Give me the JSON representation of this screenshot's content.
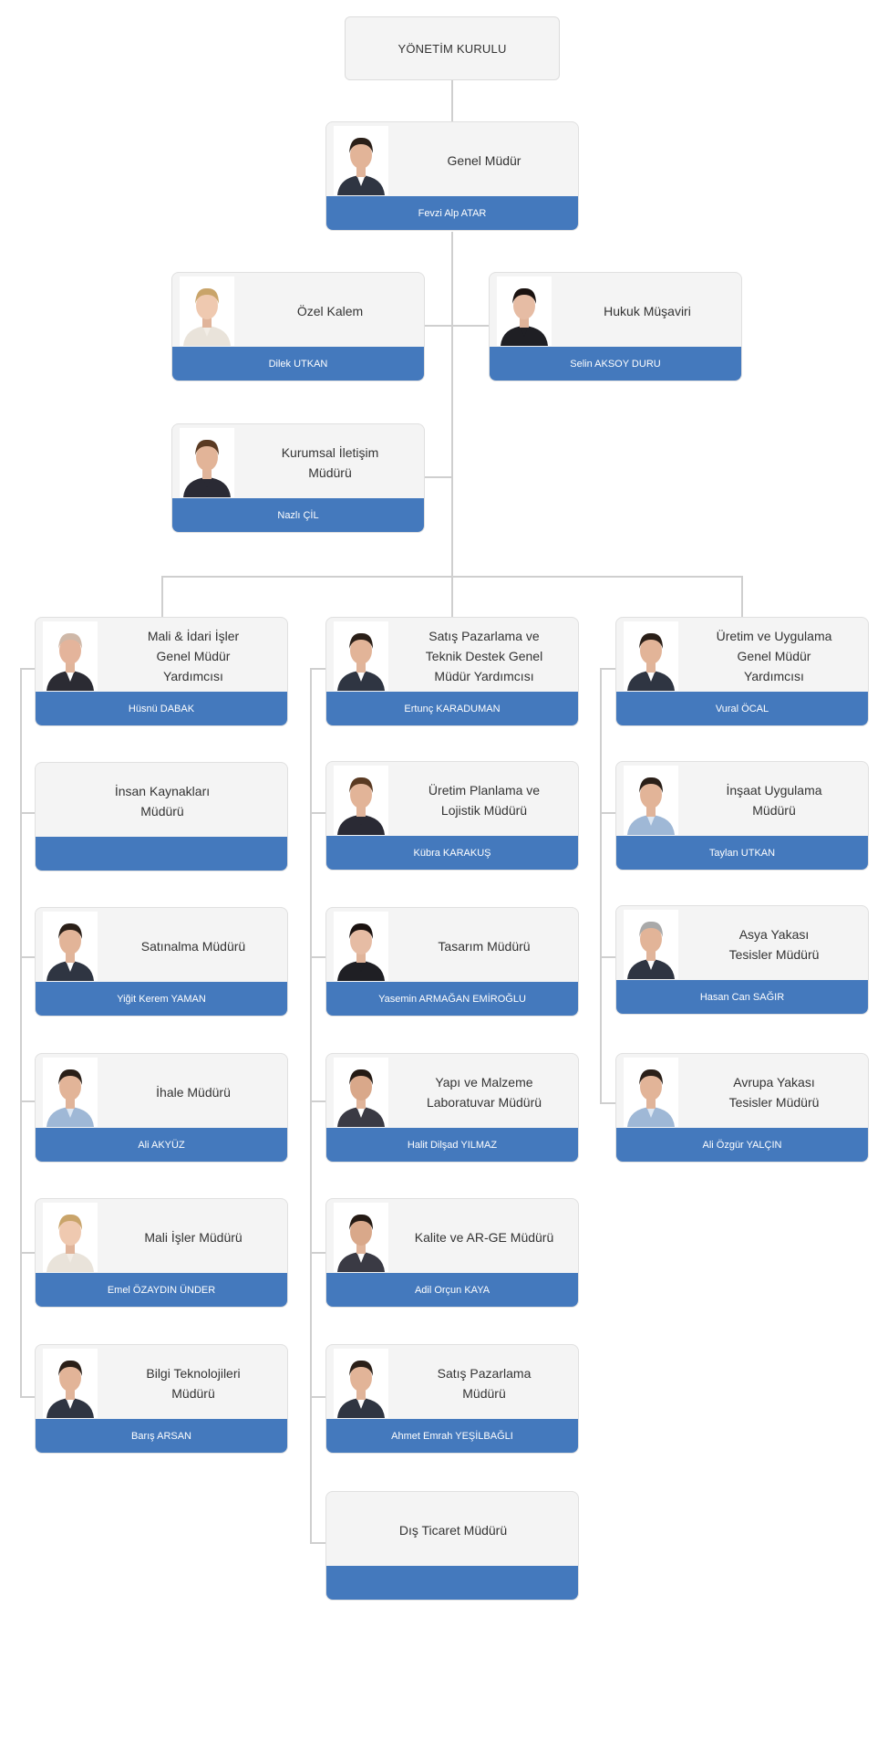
{
  "root": {
    "title": "YÖNETİM KURULU"
  },
  "cards": {
    "gm": {
      "title": "Genel Müdür",
      "name": "Fevzi Alp ATAR"
    },
    "ozel_kalem": {
      "title": "Özel Kalem",
      "name": "Dilek UTKAN"
    },
    "hukuk": {
      "title": "Hukuk Müşaviri",
      "name": "Selin AKSOY DURU"
    },
    "kurumsal": {
      "title": "Kurumsal İletişim\nMüdürü",
      "name": "Nazlı ÇİL"
    },
    "mali_idari_gmy": {
      "title": "Mali & İdari İşler\nGenel Müdür\nYardımcısı",
      "name": "Hüsnü DABAK"
    },
    "insan_kaynaklari": {
      "title": "İnsan Kaynakları\nMüdürü",
      "name": ""
    },
    "satinalma": {
      "title": "Satınalma Müdürü",
      "name": "Yiğit Kerem YAMAN"
    },
    "ihale": {
      "title": "İhale Müdürü",
      "name": "Ali AKYÜZ"
    },
    "mali_isler": {
      "title": "Mali İşler Müdürü",
      "name": "Emel ÖZAYDIN ÜNDER"
    },
    "bilgi_tek": {
      "title": "Bilgi Teknolojileri\nMüdürü",
      "name": "Barış ARSAN"
    },
    "satis_gmy": {
      "title": "Satış Pazarlama ve\nTeknik Destek Genel\nMüdür Yardımcısı",
      "name": "Ertunç KARADUMAN"
    },
    "uretim_planlama": {
      "title": "Üretim Planlama ve\nLojistik Müdürü",
      "name": "Kübra KARAKUŞ"
    },
    "tasarim": {
      "title": "Tasarım Müdürü",
      "name": "Yasemin ARMAĞAN EMİROĞLU"
    },
    "yapi_malzeme": {
      "title": "Yapı ve Malzeme\nLaboratuvar Müdürü",
      "name": "Halit Dilşad YILMAZ"
    },
    "kalite_arge": {
      "title": "Kalite ve AR-GE Müdürü",
      "name": "Adil Orçun KAYA"
    },
    "satis_pazarlama": {
      "title": "Satış Pazarlama\nMüdürü",
      "name": "Ahmet Emrah YEŞİLBAĞLI"
    },
    "dis_ticaret": {
      "title": "Dış Ticaret Müdürü",
      "name": ""
    },
    "uretim_gmy": {
      "title": "Üretim ve Uygulama\nGenel Müdür\nYardımcısı",
      "name": "Vural ÖCAL"
    },
    "insaat": {
      "title": "İnşaat Uygulama\nMüdürü",
      "name": "Taylan UTKAN"
    },
    "asya": {
      "title": "Asya Yakası\nTesisler Müdürü",
      "name": "Hasan Can SAĞIR"
    },
    "avrupa": {
      "title": "Avrupa Yakası\nTesisler Müdürü",
      "name": "Ali Özgür YALÇIN"
    }
  },
  "colors": {
    "band": "#4479bd",
    "card_bg": "#f4f4f4",
    "line": "#cfcfcf"
  }
}
